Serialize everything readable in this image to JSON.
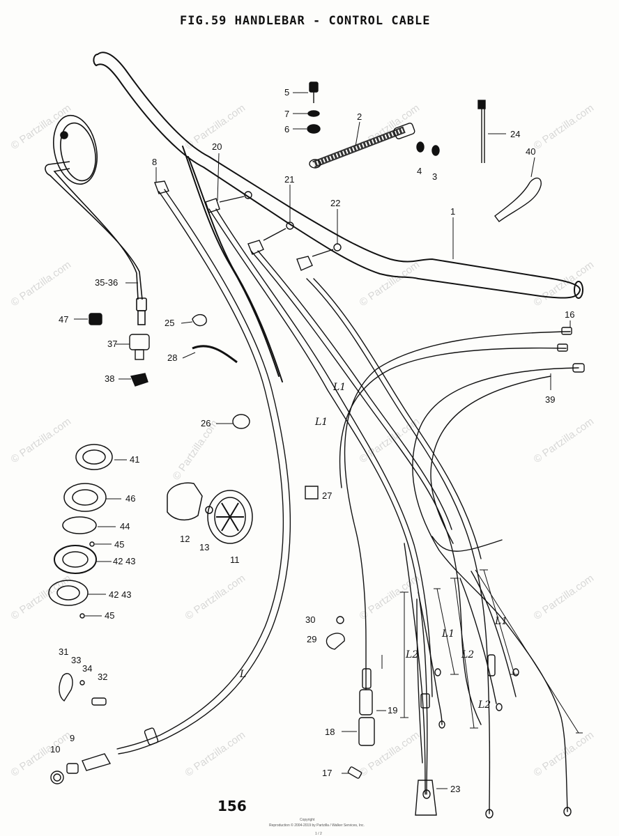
{
  "title": "FIG.59  HANDLEBAR - CONTROL CABLE",
  "page_number": "156",
  "footer_line1": "Copyright",
  "footer_line2": "Reproduction © 2004-2019 by Partzilla / Walker Services, Inc.",
  "footer_line3": "1 / 2",
  "watermark_text": "© Partzilla.com",
  "callouts": {
    "c1": "1",
    "c2": "2",
    "c3": "3",
    "c4": "4",
    "c5": "5",
    "c6": "6",
    "c7": "7",
    "c8": "8",
    "c9": "9",
    "c10": "10",
    "c11": "11",
    "c12": "12",
    "c13": "13",
    "c16": "16",
    "c17": "17",
    "c18": "18",
    "c19": "19",
    "c20": "20",
    "c21": "21",
    "c22": "22",
    "c23": "23",
    "c24": "24",
    "c25": "25",
    "c26": "26",
    "c27": "27",
    "c28": "28",
    "c29": "29",
    "c30": "30",
    "c31": "31",
    "c32": "32",
    "c33": "33",
    "c34": "34",
    "c35_36": "35-36",
    "c37": "37",
    "c38": "38",
    "c39": "39",
    "c40": "40",
    "c41": "41",
    "c42_43_a": "42  43",
    "c42_43_b": "42  43",
    "c44": "44",
    "c45_a": "45",
    "c45_b": "45",
    "c46": "46",
    "c47": "47"
  },
  "length_marks": {
    "l1_a": "L1",
    "l1_b": "L1",
    "l1_c": "L1",
    "l1_d": "L1",
    "l2_a": "L2",
    "l2_b": "L2",
    "l2_c": "L2",
    "L": "L"
  }
}
